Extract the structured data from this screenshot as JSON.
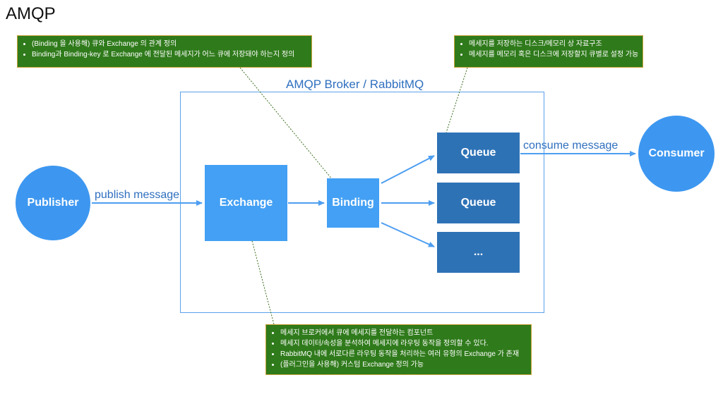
{
  "title": "AMQP",
  "broker_label": "AMQP Broker / RabbitMQ",
  "nodes": {
    "publisher": "Publisher",
    "exchange": "Exchange",
    "binding": "Binding",
    "queue1": "Queue",
    "queue2": "Queue",
    "queue3": "...",
    "consumer": "Consumer"
  },
  "edges": {
    "publish": "publish message",
    "consume": "consume message"
  },
  "notes": {
    "binding": [
      "(Binding 을 사용해) 큐와 Exchange 의 관계 정의",
      "Binding과 Binding-key 로 Exchange 에 전달된 메세지가 어느 큐에 저장돼야 하는지 정의"
    ],
    "queue": [
      "메세지를 저장하는 디스크/메모리 상 자료구조",
      "메세지를 메모리 혹은 디스크에 저장할지 큐별로 설정 가능"
    ],
    "exchange": [
      "메세지 브로커에서 큐에 메세지를 전달하는 컴포넌트",
      "메세지 데이터/속성을 분석하여 메세지에 라우팅 동작을 정의할 수 있다.",
      "RabbitMQ 내에 서로다른 라우팅 동작을 처리하는 여러 유형의 Exchange 가 존재",
      "(플러그인을 사용해) 커스텀 Exchange 정의 가능"
    ]
  },
  "colors": {
    "node": "#3d97f0",
    "queue": "#2e72b6",
    "arrow": "#4d9ef0",
    "note_bg": "#2f7a1b"
  }
}
